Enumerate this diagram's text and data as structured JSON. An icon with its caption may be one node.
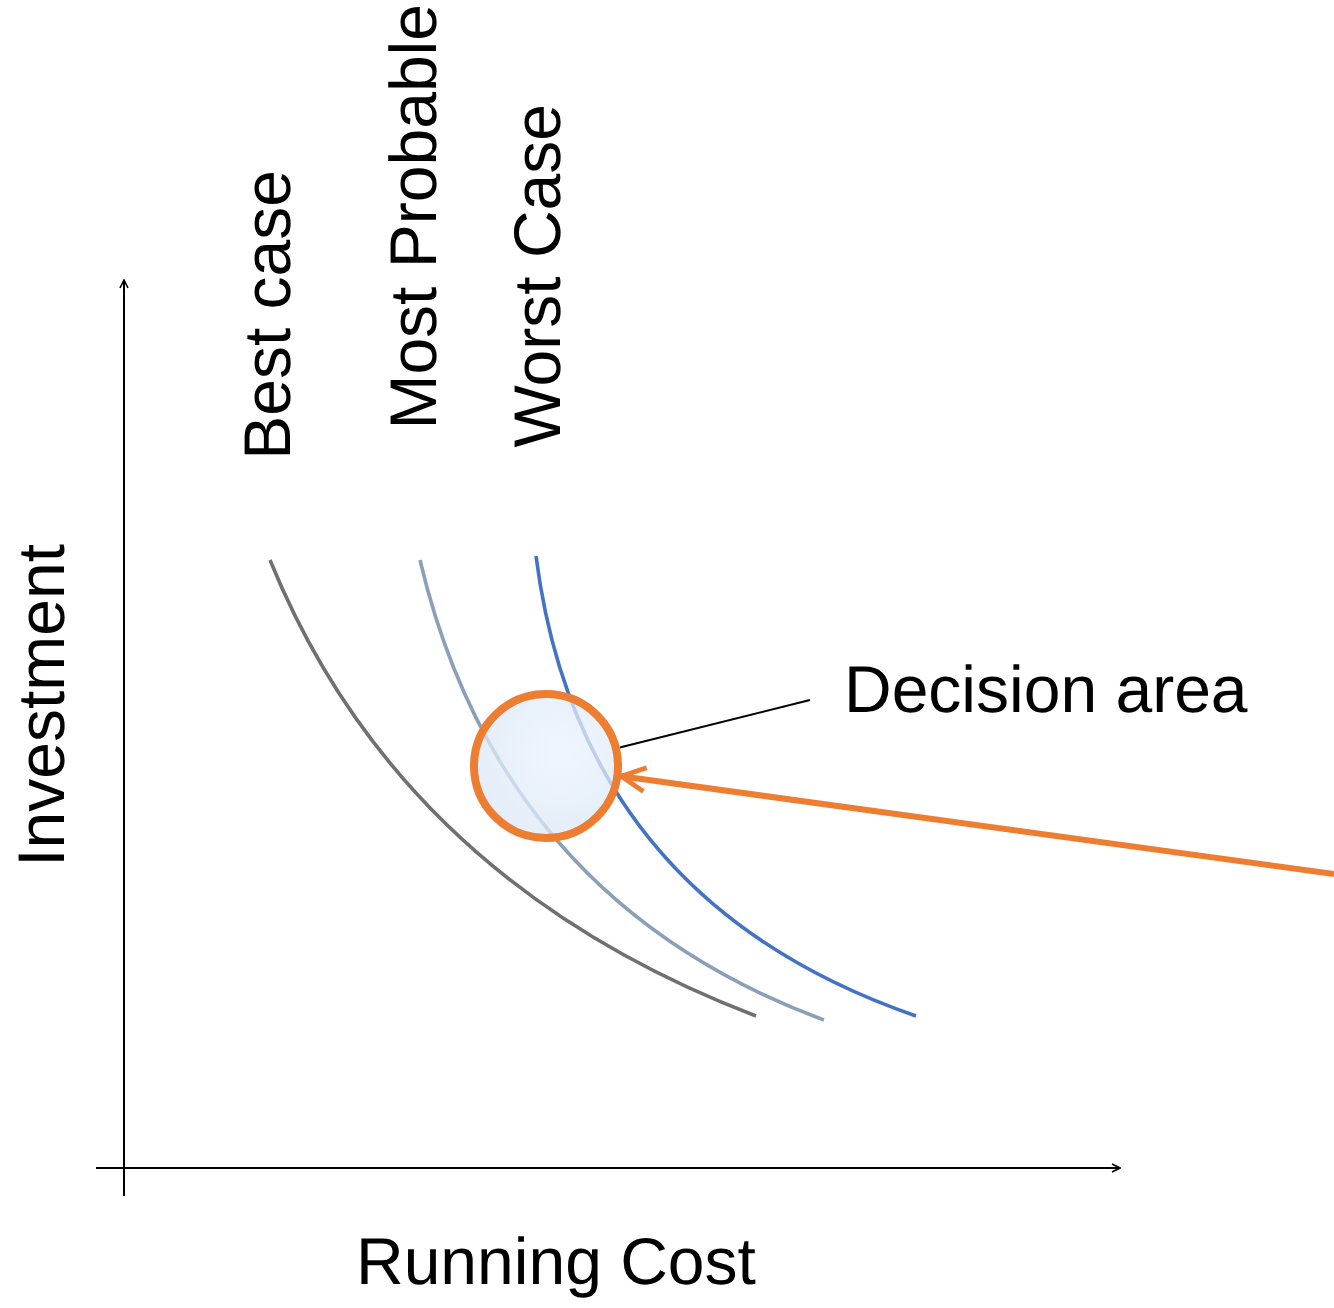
{
  "diagram": {
    "nodes": [
      {
        "text": [
          "Decision area"
        ]
      },
      {
        "text": [],
        "shape": "circle"
      }
    ],
    "edges": [
      {
        "from": 0,
        "to": 1,
        "arrow": "none"
      },
      {
        "from": null,
        "to": 1,
        "arrow": "to",
        "style": "thick",
        "color": "#ed7d31"
      }
    ],
    "labels": [
      "Best case",
      "Most Probable",
      "Worst Case",
      "Investment",
      "Running Cost"
    ]
  }
}
